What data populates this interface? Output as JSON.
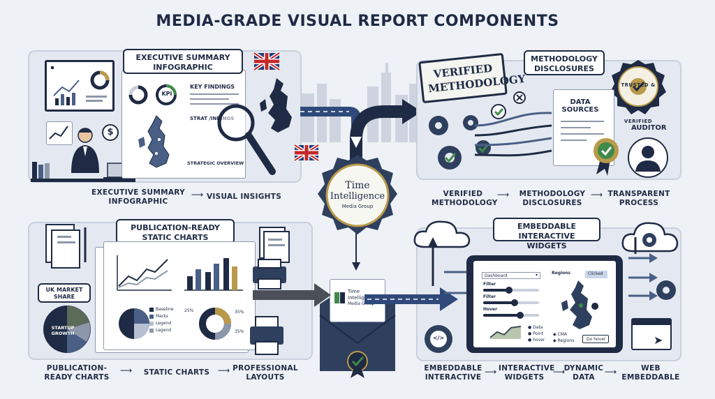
{
  "title": "MEDIA-GRADE VISUAL REPORT COMPONENTS",
  "colors": {
    "navy": "#1f2a44",
    "slate": "#4a5f86",
    "panel": "#e4e9f1",
    "accent_green": "#3f8a4a",
    "gold": "#b99a4a"
  },
  "executive": {
    "label": "EXECUTIVE SUMMARY INFOGRAPHIC",
    "key_findings": "KEY FINDINGS",
    "kpi": "KPI",
    "strategic_findings": "STRAT   /INDINGS",
    "strategic_overview": "STRATEGIC OVERVIEW",
    "caption_left": "EXECUTIVE SUMMARY INFOGRAPHIC",
    "caption_right": "VISUAL INSIGHTS",
    "icons": [
      "person-icon",
      "laptop-icon",
      "magnifier-icon",
      "uk-flag-icon",
      "uk-map-icon",
      "dollar-icon"
    ]
  },
  "methodology": {
    "stamp": "VERIFIED METHODOLOGY",
    "label": "METHODOLOGY DISCLOSURES",
    "data_sources": "DATA SOURCES",
    "auditor": "AUDITOR",
    "seal": "TRUSTED & VERIFIED",
    "captions": [
      "VERIFIED METHODOLOGY",
      "METHODOLOGY DISCLOSURES",
      "TRANSPARENT PROCESS"
    ]
  },
  "center": {
    "badge_line1": "Time",
    "badge_line2": "Intelligence",
    "badge_line3": "Media Group",
    "doc_line1": "Time",
    "doc_line2": "Intelligence",
    "doc_line3": "Media Group"
  },
  "publication": {
    "label": "PUBLICATION-READY STATIC CHARTS",
    "uk_market_share": "UK MARKET SHARE",
    "startup_growth": "STARTUP GROWTH",
    "legend": [
      "Baseline",
      "Marks",
      "Legend",
      "Legend"
    ],
    "pct": [
      "25%",
      "35%",
      "35%"
    ],
    "captions": [
      "PUBLICATION-READY CHARTS",
      "STATIC CHARTS",
      "PROFESSIONAL LAYOUTS"
    ]
  },
  "widgets": {
    "label": "EMBEDDABLE INTERACTIVE WIDGETS",
    "dashboard": "Dashboard",
    "regions": "Regions",
    "clicked": "Clicked",
    "filter1": "Filter",
    "filter2": "Filter",
    "hover": "Hover",
    "legend": [
      "Data",
      "Point",
      "hover"
    ],
    "legend2": [
      "CMA",
      "Regions"
    ],
    "button": "Do hover",
    "code_icon": "</>",
    "captions": [
      "EMBEDDABLE INTERACTIVE",
      "INTERACTIVE WIDGETS",
      "DYNAMIC DATA",
      "WEB EMBEDDABLE"
    ]
  }
}
